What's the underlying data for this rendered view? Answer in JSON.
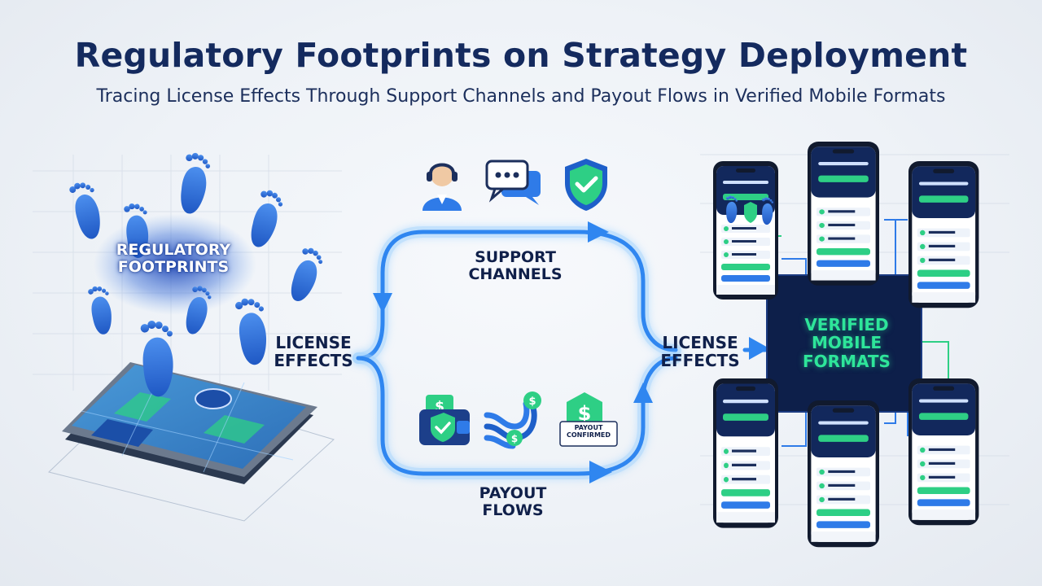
{
  "header": {
    "title": "Regulatory Footprints on Strategy Deployment",
    "subtitle": "Tracing License Effects Through Support Channels and Payout Flows in Verified Mobile Formats"
  },
  "diagram": {
    "footprints_label": "REGULATORY FOOTPRINTS",
    "license_effects_left": "LICENSE EFFECTS",
    "support_channels": "SUPPORT CHANNELS",
    "payout_flows": "PAYOUT FLOWS",
    "license_effects_right": "LICENSE EFFECTS",
    "verified_mobile_formats": "VERIFIED MOBILE FORMATS",
    "payout_confirmed_badge": "PAYOUT CONFIRMED"
  },
  "icons": {
    "support_row": [
      "support-agent-icon",
      "chat-bubble-icon",
      "shield-check-icon"
    ],
    "payout_row": [
      "wallet-icon",
      "transfer-flow-icon",
      "dollar-document-icon"
    ]
  },
  "colors": {
    "title": "#142a5e",
    "flow_blue": "#2f86f0",
    "glow": "#7fc0ff",
    "accent_green": "#2ee59a",
    "panel_navy": "#0d1f4a",
    "footprint_blue": "#2f6fd6"
  }
}
